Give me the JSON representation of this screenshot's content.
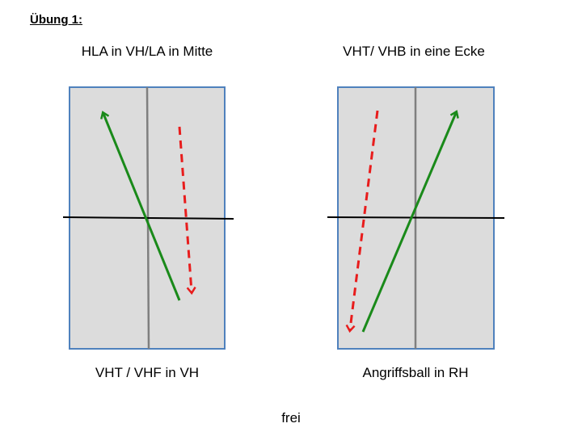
{
  "title": "Übung 1:",
  "drills": [
    {
      "top_label": "HLA in VH/LA in Mitte",
      "bottom_label": "VHT / VHF in VH"
    },
    {
      "top_label": "VHT/ VHB in eine Ecke",
      "bottom_label": "Angriffsball in RH"
    }
  ],
  "footer": "frei",
  "colors": {
    "table_fill": "#dcdcdc",
    "table_border": "#4f81bd",
    "solid_arrow": "#1a8a1a",
    "dashed_arrow": "#e81c1c"
  }
}
